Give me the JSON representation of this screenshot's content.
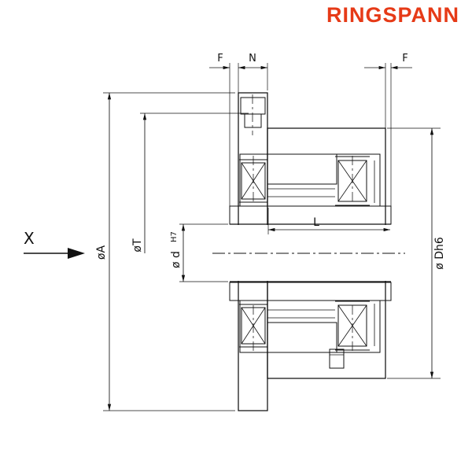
{
  "logo": {
    "text": "RINGSPANN",
    "color": "#e63a17"
  },
  "drawing": {
    "view_label": "X",
    "dims": {
      "f_left": "F",
      "n": "N",
      "f_right": "F",
      "dia_a": "øA",
      "dia_t": "øT",
      "dia_d": "ø d",
      "dia_d_tol": "H7",
      "length": "L",
      "dia_big": "ø Dh6"
    }
  }
}
